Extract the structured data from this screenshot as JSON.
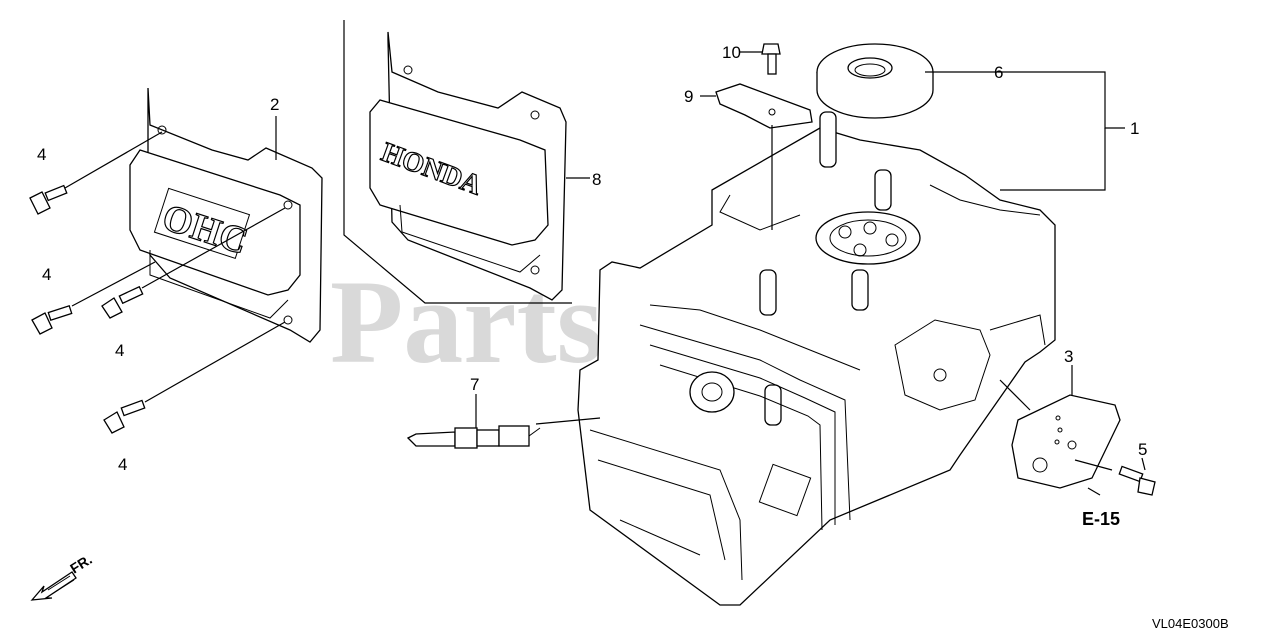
{
  "watermark": {
    "text": "PartsTree"
  },
  "emblems": {
    "honda": "HONDA",
    "ohc": "OHC"
  },
  "callouts": {
    "c1": "1",
    "c2": "2",
    "c3": "3",
    "c4a": "4",
    "c4b": "4",
    "c4c": "4",
    "c4d": "4",
    "c5": "5",
    "c6": "6",
    "c7": "7",
    "c8": "8",
    "c9": "9",
    "c10": "10"
  },
  "reference": {
    "text": "E-15"
  },
  "front_marker": {
    "text": "FR."
  },
  "diagram_code": {
    "text": "VL04E0300B"
  }
}
